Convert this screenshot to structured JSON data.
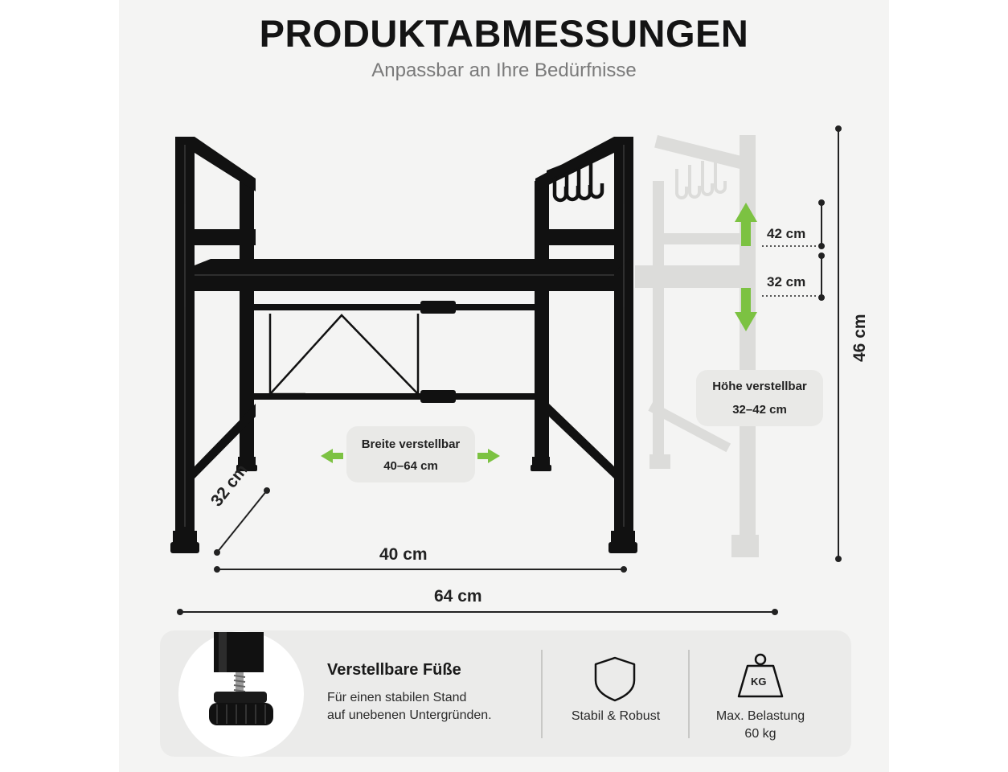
{
  "header": {
    "title": "PRODUKTABMESSUNGEN",
    "subtitle": "Anpassbar an Ihre Bedürfnisse"
  },
  "dimensions": {
    "depth": "32 cm",
    "width_min": "40 cm",
    "width_max": "64 cm",
    "total_height": "46 cm",
    "shelf_height_max": "42 cm",
    "shelf_height_min": "32 cm"
  },
  "callouts": {
    "width_adjustable": {
      "title": "Breite verstellbar",
      "range": "40–64 cm"
    },
    "height_adjustable": {
      "title": "Höhe verstellbar",
      "range": "32–42 cm"
    }
  },
  "features": {
    "feet": {
      "title": "Verstellbare Füße",
      "line1": "Für einen stabilen Stand",
      "line2": "auf unebenen Untergründen."
    },
    "stable": {
      "label": "Stabil & Robust"
    },
    "load": {
      "line1": "Max. Belastung",
      "line2": "60 kg",
      "icon_text": "KG"
    }
  },
  "colors": {
    "accent_green": "#7cc242",
    "frame_black": "#111111",
    "ghost_gray": "#d8d8d6"
  }
}
